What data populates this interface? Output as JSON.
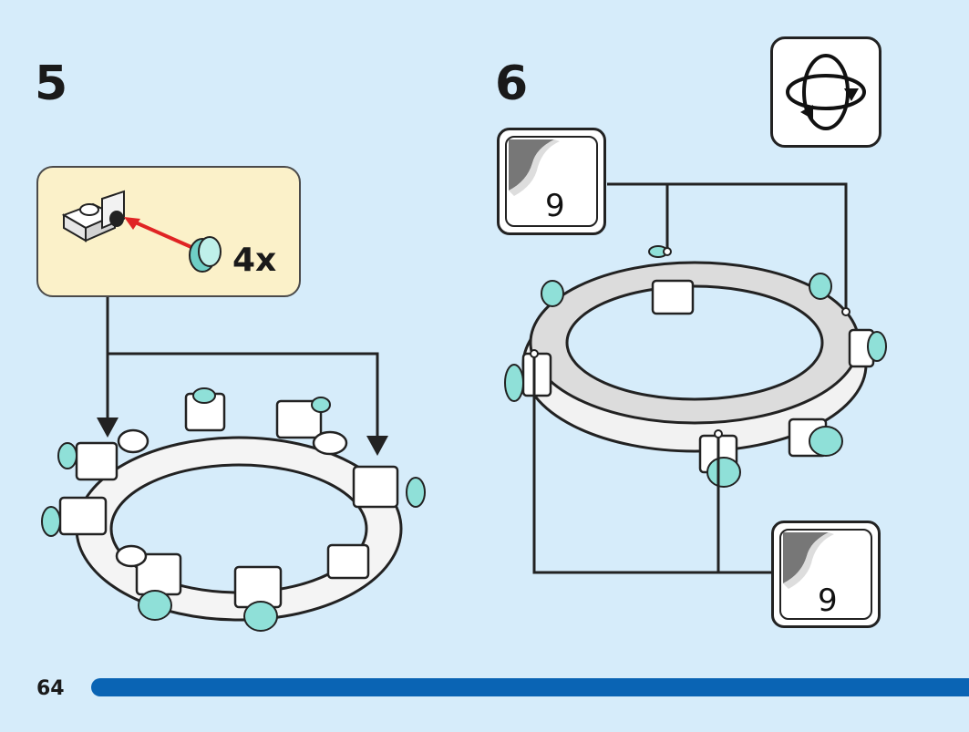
{
  "page": {
    "number": "64"
  },
  "steps": [
    {
      "number": "5",
      "callout": {
        "quantity": "4x"
      }
    },
    {
      "number": "6",
      "stickers": [
        {
          "number": "9"
        },
        {
          "number": "9"
        }
      ]
    }
  ],
  "colors": {
    "background": "#d6ecfa",
    "callout": "#fbf1c9",
    "progress_bar": "#0a64b4",
    "transparent_stud": "#8fe0d8",
    "arrow": "#e02424"
  },
  "icons": [
    "rotate-model-icon",
    "sticker-icon"
  ]
}
